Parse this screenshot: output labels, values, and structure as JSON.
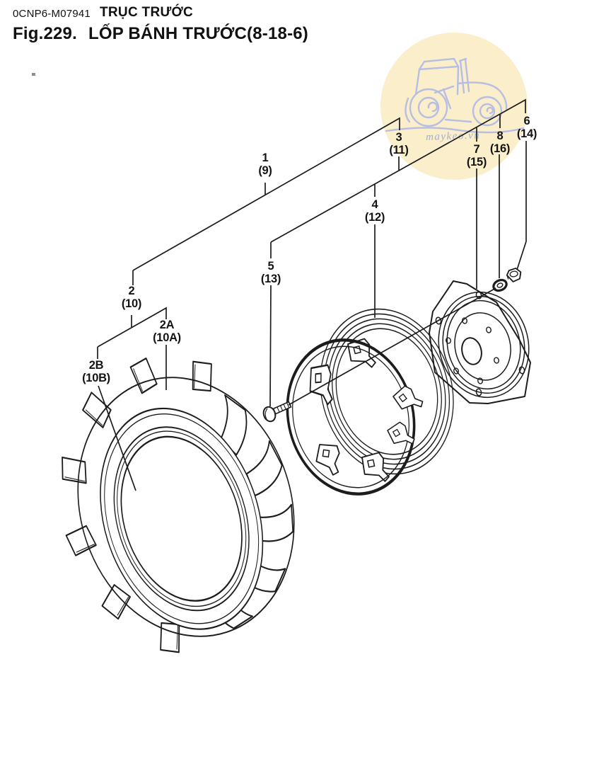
{
  "header": {
    "doc_code": "0CNP6-M07941",
    "section_title": "TRỤC TRƯỚC",
    "figure_no": "Fig.229.",
    "figure_title": "LỐP BÁNH TRƯỚC(8-18-6)"
  },
  "watermark": {
    "text": "maykeo.vn",
    "circle_color": "#fbeecb",
    "art_color": "#b8bee2",
    "text_color": "#9db0d9"
  },
  "ink_color": "#1c1c1c",
  "part_labels": [
    {
      "num": "1",
      "ref": "(9)"
    },
    {
      "num": "2",
      "ref": "(10)"
    },
    {
      "num": "2A",
      "ref": "(10A)"
    },
    {
      "num": "2B",
      "ref": "(10B)"
    },
    {
      "num": "3",
      "ref": "(11)"
    },
    {
      "num": "4",
      "ref": "(12)"
    },
    {
      "num": "5",
      "ref": "(13)"
    },
    {
      "num": "6",
      "ref": "(14)"
    },
    {
      "num": "7",
      "ref": "(15)"
    },
    {
      "num": "8",
      "ref": "(16)"
    }
  ]
}
